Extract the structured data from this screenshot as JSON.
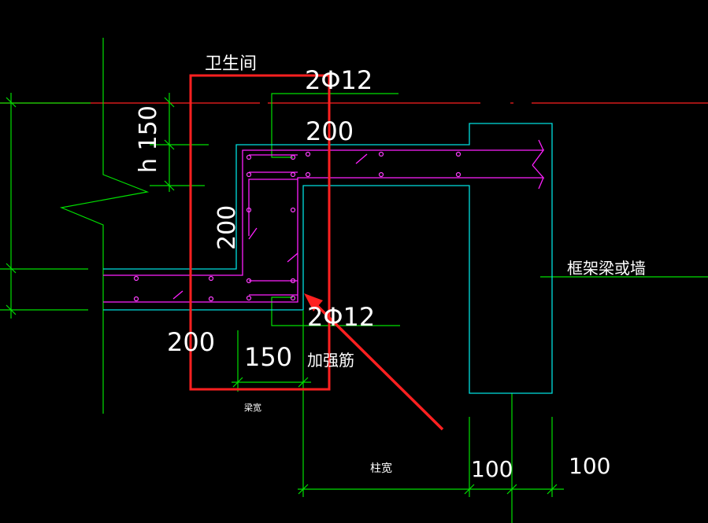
{
  "labels": {
    "bathroom": "卫生间",
    "frame_beam_or_wall": "框架梁或墙",
    "reinforcement": "加强筋",
    "beam_width": "梁宽",
    "column_width": "柱宽",
    "dim_slab": "h 150",
    "dim_200_top": "200",
    "dim_200_vertical": "200",
    "dim_200_bottom": "200",
    "dim_150": "150",
    "dim_100_left": "100",
    "dim_100_right": "100",
    "rebar_top": "2Φ12",
    "rebar_bottom": "2Φ12"
  },
  "colors": {
    "background": "#000000",
    "dimension": "#00ff00",
    "concrete_outline": "#00ffff",
    "rebar": "#ff00ff",
    "axis": "#ff0000",
    "highlight": "#ff0000",
    "text": "#ffffff"
  }
}
